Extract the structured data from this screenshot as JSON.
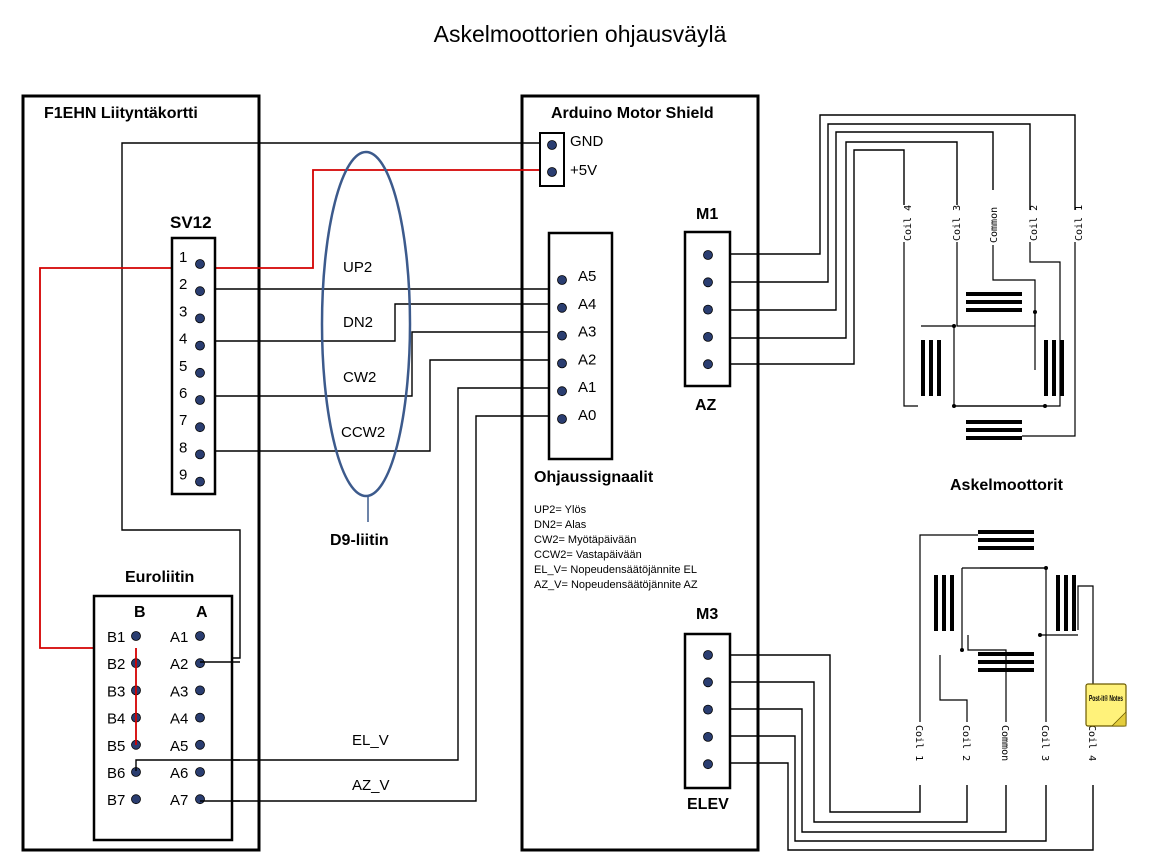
{
  "title": "Askelmoottorien ohjausväylä",
  "interface_card": {
    "label": "F1EHN Liityntäkortti",
    "sv12": {
      "label": "SV12",
      "pins": [
        "1",
        "2",
        "3",
        "4",
        "5",
        "6",
        "7",
        "8",
        "9"
      ]
    },
    "euro": {
      "label": "Euroliitin",
      "col_b": "B",
      "col_a": "A",
      "b_pins": [
        "B1",
        "B2",
        "B3",
        "B4",
        "B5",
        "B6",
        "B7"
      ],
      "a_pins": [
        "A1",
        "A2",
        "A3",
        "A4",
        "A5",
        "A6",
        "A7"
      ]
    }
  },
  "d9": {
    "label": "D9-liitin",
    "signals": [
      "UP2",
      "DN2",
      "CW2",
      "CCW2"
    ]
  },
  "bus_signals": {
    "el": "EL_V",
    "az": "AZ_V"
  },
  "arduino": {
    "label": "Arduino Motor Shield",
    "power": [
      "GND",
      "+5V"
    ],
    "analog": [
      "A5",
      "A4",
      "A3",
      "A2",
      "A1",
      "A0"
    ],
    "signals_label": "Ohjaussignaalit",
    "legend": [
      "UP2= Ylös",
      "DN2= Alas",
      "CW2= Myötäpäivään",
      "CCW2= Vastapäivään",
      "EL_V= Nopeudensäätöjännite EL",
      "AZ_V= Nopeudensäätöjännite AZ"
    ],
    "m1": {
      "label": "M1",
      "sub": "AZ"
    },
    "m3": {
      "label": "M3",
      "sub": "ELEV"
    }
  },
  "motors": {
    "label": "Askelmoottorit",
    "top_coils": [
      "Coil 4",
      "Coil 3",
      "Common",
      "Coil 2",
      "Coil 1"
    ],
    "bottom_coils": [
      "Coil 1",
      "Coil 2",
      "Common",
      "Coil 3",
      "Coil 4"
    ],
    "note": "Post-it® Notes"
  },
  "colors": {
    "wire": "#000000",
    "power_wire": "#d40000",
    "ellipse": "#3c5a8c",
    "pin": "#2a3d70",
    "note": "#fff27a"
  }
}
